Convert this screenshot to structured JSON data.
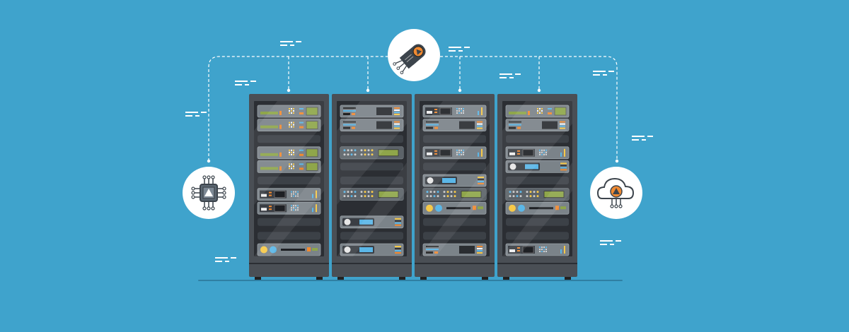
{
  "colors": {
    "background": "#3fa3cc",
    "rack_body": "#4a4f55",
    "rack_inner": "#2b2e33",
    "unit_face": "#7b8389",
    "unit_dark": "#3a3e44",
    "display_green": "#8fa64a",
    "accent_orange": "#f08a32",
    "accent_blue": "#5bb7e8",
    "accent_yellow": "#f7c948",
    "icon_circle": "#ffffff",
    "icon_dark": "#3c444c",
    "dash_line": "#ffffff"
  },
  "racks": [
    {
      "units": [
        "server-green",
        "server-green",
        "blank",
        "server-green",
        "server-green",
        "blank",
        "storage",
        "storage",
        "blank",
        "blank",
        "control"
      ]
    },
    {
      "units": [
        "drive",
        "drive",
        "blank",
        "dots",
        "blank",
        "blank",
        "dots",
        "none",
        "disk",
        "blank",
        "disk"
      ]
    },
    {
      "units": [
        "storage",
        "drive",
        "blank",
        "storage",
        "blank",
        "disk",
        "dots",
        "control",
        "blank",
        "blank",
        "drive"
      ]
    },
    {
      "units": [
        "server-green",
        "drive",
        "blank",
        "storage",
        "disk",
        "blank",
        "dots",
        "control",
        "blank",
        "blank",
        "storage"
      ]
    }
  ],
  "icons": [
    {
      "name": "microchip-icon"
    },
    {
      "name": "cloud-icon"
    },
    {
      "name": "usb-stick-icon"
    }
  ]
}
